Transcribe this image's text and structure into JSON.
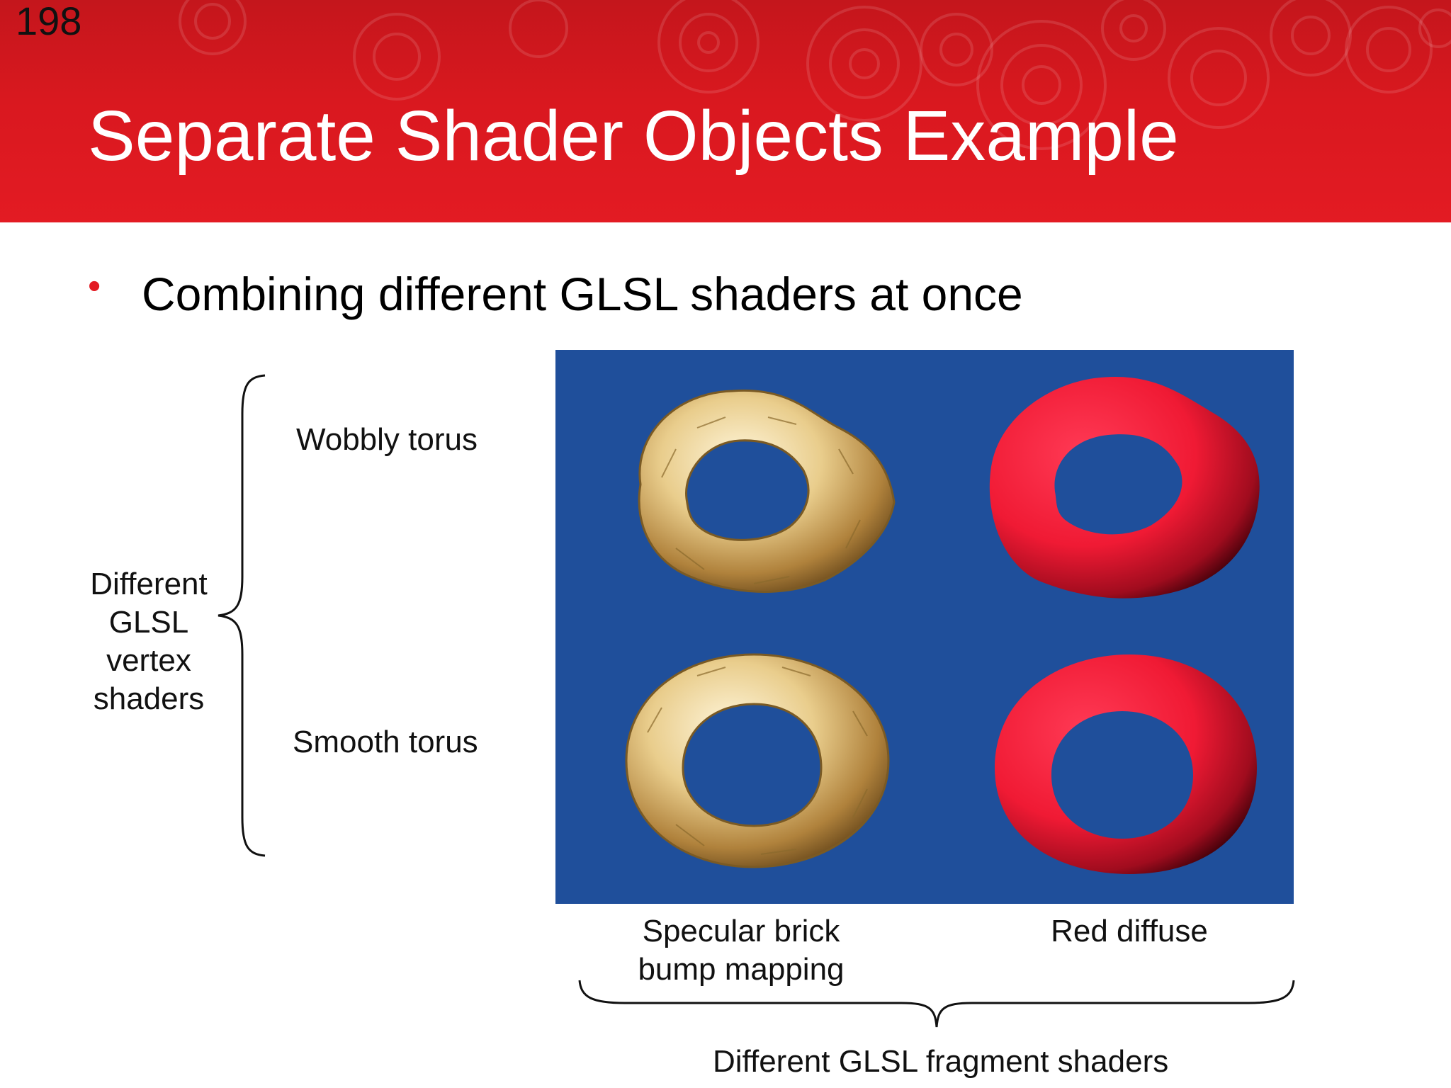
{
  "slide": {
    "number": "198",
    "title": "Separate Shader Objects Example",
    "bullet": "Combining different GLSL shaders at once",
    "colors": {
      "header_red": "#e31b23",
      "figure_blue": "#1f4f9b",
      "torus_red": "#ff1f3a",
      "torus_gold": "#e8c98a"
    }
  },
  "rows": {
    "wobbly": "Wobbly torus",
    "smooth": "Smooth torus"
  },
  "vertex_group": {
    "line1": "Different",
    "line2": "GLSL",
    "line3": "vertex",
    "line4": "shaders"
  },
  "columns": {
    "brick_line1": "Specular brick",
    "brick_line2": "bump mapping",
    "red": "Red diffuse"
  },
  "fragment_group": "Different GLSL fragment shaders"
}
